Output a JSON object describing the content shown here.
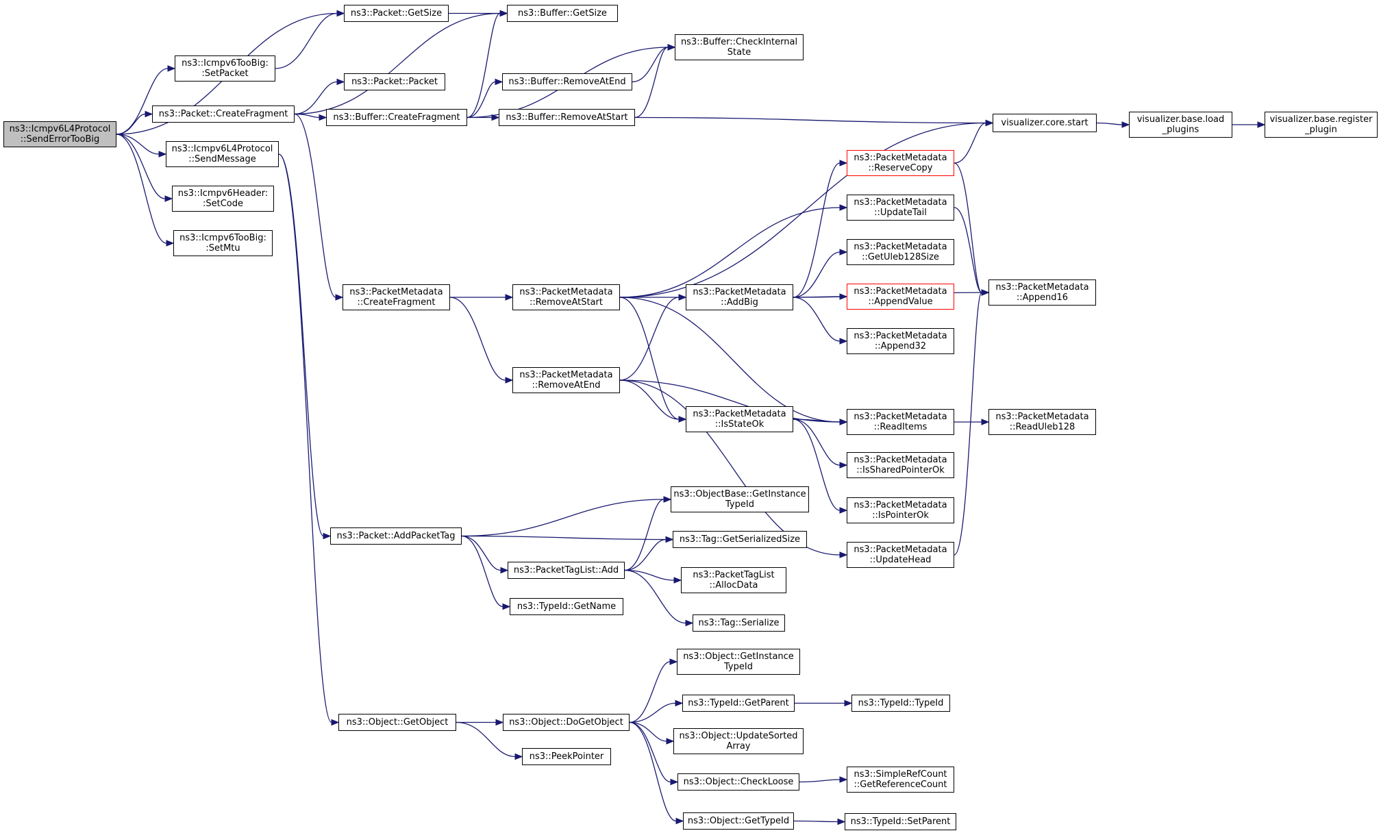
{
  "diagram": {
    "nodes": [
      {
        "id": "send_error_too_big",
        "lines": [
          "ns3::Icmpv6L4Protocol",
          "::SendErrorTooBig"
        ],
        "style": "root"
      },
      {
        "id": "packet_get_size",
        "lines": [
          "ns3::Packet::GetSize"
        ],
        "style": "normal"
      },
      {
        "id": "buffer_get_size",
        "lines": [
          "ns3::Buffer::GetSize"
        ],
        "style": "normal"
      },
      {
        "id": "too_big_set_packet",
        "lines": [
          "ns3::Icmpv6TooBig:",
          ":SetPacket"
        ],
        "style": "normal"
      },
      {
        "id": "buffer_check_internal_state",
        "lines": [
          "ns3::Buffer::CheckInternal",
          "State"
        ],
        "style": "normal"
      },
      {
        "id": "packet_packet",
        "lines": [
          "ns3::Packet::Packet"
        ],
        "style": "normal"
      },
      {
        "id": "buffer_remove_at_end",
        "lines": [
          "ns3::Buffer::RemoveAtEnd"
        ],
        "style": "normal"
      },
      {
        "id": "packet_create_fragment",
        "lines": [
          "ns3::Packet::CreateFragment"
        ],
        "style": "normal"
      },
      {
        "id": "buffer_create_fragment",
        "lines": [
          "ns3::Buffer::CreateFragment"
        ],
        "style": "normal"
      },
      {
        "id": "buffer_remove_at_start",
        "lines": [
          "ns3::Buffer::RemoveAtStart"
        ],
        "style": "normal"
      },
      {
        "id": "viz_core_start",
        "lines": [
          "visualizer.core.start"
        ],
        "style": "normal"
      },
      {
        "id": "viz_load_plugins",
        "lines": [
          "visualizer.base.load",
          "_plugins"
        ],
        "style": "normal"
      },
      {
        "id": "viz_register_plugin",
        "lines": [
          "visualizer.base.register",
          "_plugin"
        ],
        "style": "normal"
      },
      {
        "id": "send_message",
        "lines": [
          "ns3::Icmpv6L4Protocol",
          "::SendMessage"
        ],
        "style": "normal"
      },
      {
        "id": "header_set_code",
        "lines": [
          "ns3::Icmpv6Header:",
          ":SetCode"
        ],
        "style": "normal"
      },
      {
        "id": "too_big_set_mtu",
        "lines": [
          "ns3::Icmpv6TooBig:",
          ":SetMtu"
        ],
        "style": "normal"
      },
      {
        "id": "pm_reserve_copy",
        "lines": [
          "ns3::PacketMetadata",
          "::ReserveCopy"
        ],
        "style": "red"
      },
      {
        "id": "pm_update_tail",
        "lines": [
          "ns3::PacketMetadata",
          "::UpdateTail"
        ],
        "style": "normal"
      },
      {
        "id": "pm_get_uleb128_size",
        "lines": [
          "ns3::PacketMetadata",
          "::GetUleb128Size"
        ],
        "style": "normal"
      },
      {
        "id": "pm_create_fragment",
        "lines": [
          "ns3::PacketMetadata",
          "::CreateFragment"
        ],
        "style": "normal"
      },
      {
        "id": "pm_remove_at_start",
        "lines": [
          "ns3::PacketMetadata",
          "::RemoveAtStart"
        ],
        "style": "normal"
      },
      {
        "id": "pm_add_big",
        "lines": [
          "ns3::PacketMetadata",
          "::AddBig"
        ],
        "style": "normal"
      },
      {
        "id": "pm_append_value",
        "lines": [
          "ns3::PacketMetadata",
          "::AppendValue"
        ],
        "style": "red"
      },
      {
        "id": "pm_append16",
        "lines": [
          "ns3::PacketMetadata",
          "::Append16"
        ],
        "style": "normal"
      },
      {
        "id": "pm_append32",
        "lines": [
          "ns3::PacketMetadata",
          "::Append32"
        ],
        "style": "normal"
      },
      {
        "id": "pm_remove_at_end",
        "lines": [
          "ns3::PacketMetadata",
          "::RemoveAtEnd"
        ],
        "style": "normal"
      },
      {
        "id": "pm_is_state_ok",
        "lines": [
          "ns3::PacketMetadata",
          "::IsStateOk"
        ],
        "style": "normal"
      },
      {
        "id": "pm_read_items",
        "lines": [
          "ns3::PacketMetadata",
          "::ReadItems"
        ],
        "style": "normal"
      },
      {
        "id": "pm_read_uleb128",
        "lines": [
          "ns3::PacketMetadata",
          "::ReadUleb128"
        ],
        "style": "normal"
      },
      {
        "id": "pm_is_shared_pointer_ok",
        "lines": [
          "ns3::PacketMetadata",
          "::IsSharedPointerOk"
        ],
        "style": "normal"
      },
      {
        "id": "pm_is_pointer_ok",
        "lines": [
          "ns3::PacketMetadata",
          "::IsPointerOk"
        ],
        "style": "normal"
      },
      {
        "id": "object_base_get_instance_type_id",
        "lines": [
          "ns3::ObjectBase::GetInstance",
          "TypeId"
        ],
        "style": "normal"
      },
      {
        "id": "packet_add_packet_tag",
        "lines": [
          "ns3::Packet::AddPacketTag"
        ],
        "style": "normal"
      },
      {
        "id": "tag_get_serialized_size",
        "lines": [
          "ns3::Tag::GetSerializedSize"
        ],
        "style": "normal"
      },
      {
        "id": "pm_update_head",
        "lines": [
          "ns3::PacketMetadata",
          "::UpdateHead"
        ],
        "style": "normal"
      },
      {
        "id": "packet_tag_list_add",
        "lines": [
          "ns3::PacketTagList::Add"
        ],
        "style": "normal"
      },
      {
        "id": "packet_tag_list_alloc_data",
        "lines": [
          "ns3::PacketTagList",
          "::AllocData"
        ],
        "style": "normal"
      },
      {
        "id": "type_id_get_name",
        "lines": [
          "ns3::TypeId::GetName"
        ],
        "style": "normal"
      },
      {
        "id": "tag_serialize",
        "lines": [
          "ns3::Tag::Serialize"
        ],
        "style": "normal"
      },
      {
        "id": "object_get_instance_type_id",
        "lines": [
          "ns3::Object::GetInstance",
          "TypeId"
        ],
        "style": "normal"
      },
      {
        "id": "type_id_get_parent",
        "lines": [
          "ns3::TypeId::GetParent"
        ],
        "style": "normal"
      },
      {
        "id": "type_id_type_id",
        "lines": [
          "ns3::TypeId::TypeId"
        ],
        "style": "normal"
      },
      {
        "id": "object_get_object",
        "lines": [
          "ns3::Object::GetObject"
        ],
        "style": "normal"
      },
      {
        "id": "object_do_get_object",
        "lines": [
          "ns3::Object::DoGetObject"
        ],
        "style": "normal"
      },
      {
        "id": "object_update_sorted_array",
        "lines": [
          "ns3::Object::UpdateSorted",
          "Array"
        ],
        "style": "normal"
      },
      {
        "id": "peek_pointer",
        "lines": [
          "ns3::PeekPointer"
        ],
        "style": "normal"
      },
      {
        "id": "object_check_loose",
        "lines": [
          "ns3::Object::CheckLoose"
        ],
        "style": "normal"
      },
      {
        "id": "simple_ref_count_get_reference_count",
        "lines": [
          "ns3::SimpleRefCount",
          "::GetReferenceCount"
        ],
        "style": "normal"
      },
      {
        "id": "object_get_type_id",
        "lines": [
          "ns3::Object::GetTypeId"
        ],
        "style": "normal"
      },
      {
        "id": "type_id_set_parent",
        "lines": [
          "ns3::TypeId::SetParent"
        ],
        "style": "normal"
      }
    ],
    "edges": [
      [
        "send_error_too_big",
        "packet_get_size"
      ],
      [
        "send_error_too_big",
        "too_big_set_packet"
      ],
      [
        "send_error_too_big",
        "packet_create_fragment"
      ],
      [
        "send_error_too_big",
        "send_message"
      ],
      [
        "send_error_too_big",
        "header_set_code"
      ],
      [
        "send_error_too_big",
        "too_big_set_mtu"
      ],
      [
        "packet_get_size",
        "buffer_get_size"
      ],
      [
        "too_big_set_packet",
        "packet_get_size"
      ],
      [
        "packet_create_fragment",
        "buffer_get_size"
      ],
      [
        "packet_create_fragment",
        "packet_packet"
      ],
      [
        "packet_create_fragment",
        "buffer_create_fragment"
      ],
      [
        "packet_create_fragment",
        "pm_create_fragment"
      ],
      [
        "buffer_create_fragment",
        "buffer_get_size"
      ],
      [
        "buffer_create_fragment",
        "buffer_check_internal_state"
      ],
      [
        "buffer_create_fragment",
        "buffer_remove_at_end"
      ],
      [
        "buffer_create_fragment",
        "buffer_remove_at_start"
      ],
      [
        "buffer_remove_at_end",
        "buffer_check_internal_state"
      ],
      [
        "buffer_remove_at_start",
        "buffer_check_internal_state"
      ],
      [
        "buffer_remove_at_start",
        "viz_core_start"
      ],
      [
        "viz_core_start",
        "viz_load_plugins"
      ],
      [
        "viz_load_plugins",
        "viz_register_plugin"
      ],
      [
        "send_message",
        "packet_add_packet_tag"
      ],
      [
        "send_message",
        "object_get_object"
      ],
      [
        "pm_create_fragment",
        "pm_remove_at_start"
      ],
      [
        "pm_create_fragment",
        "pm_remove_at_end"
      ],
      [
        "pm_remove_at_start",
        "viz_core_start"
      ],
      [
        "pm_remove_at_start",
        "pm_update_tail"
      ],
      [
        "pm_remove_at_start",
        "pm_add_big"
      ],
      [
        "pm_remove_at_start",
        "pm_is_state_ok"
      ],
      [
        "pm_remove_at_start",
        "pm_read_items"
      ],
      [
        "pm_remove_at_end",
        "pm_add_big"
      ],
      [
        "pm_remove_at_end",
        "pm_is_state_ok"
      ],
      [
        "pm_remove_at_end",
        "pm_read_items"
      ],
      [
        "pm_remove_at_end",
        "pm_update_head"
      ],
      [
        "pm_add_big",
        "pm_reserve_copy"
      ],
      [
        "pm_add_big",
        "pm_get_uleb128_size"
      ],
      [
        "pm_add_big",
        "pm_append_value"
      ],
      [
        "pm_add_big",
        "pm_append32"
      ],
      [
        "pm_add_big",
        "pm_append16"
      ],
      [
        "pm_reserve_copy",
        "viz_core_start"
      ],
      [
        "pm_reserve_copy",
        "pm_append16"
      ],
      [
        "pm_update_tail",
        "pm_append16"
      ],
      [
        "pm_update_head",
        "pm_append16"
      ],
      [
        "pm_is_state_ok",
        "pm_read_items"
      ],
      [
        "pm_is_state_ok",
        "pm_is_shared_pointer_ok"
      ],
      [
        "pm_is_state_ok",
        "pm_is_pointer_ok"
      ],
      [
        "pm_read_items",
        "pm_read_uleb128"
      ],
      [
        "packet_add_packet_tag",
        "object_base_get_instance_type_id"
      ],
      [
        "packet_add_packet_tag",
        "tag_get_serialized_size"
      ],
      [
        "packet_add_packet_tag",
        "packet_tag_list_add"
      ],
      [
        "packet_add_packet_tag",
        "type_id_get_name"
      ],
      [
        "packet_tag_list_add",
        "object_base_get_instance_type_id"
      ],
      [
        "packet_tag_list_add",
        "tag_get_serialized_size"
      ],
      [
        "packet_tag_list_add",
        "packet_tag_list_alloc_data"
      ],
      [
        "packet_tag_list_add",
        "tag_serialize"
      ],
      [
        "object_get_object",
        "object_do_get_object"
      ],
      [
        "object_get_object",
        "peek_pointer"
      ],
      [
        "object_do_get_object",
        "object_get_instance_type_id"
      ],
      [
        "object_do_get_object",
        "type_id_get_parent"
      ],
      [
        "object_do_get_object",
        "object_update_sorted_array"
      ],
      [
        "object_do_get_object",
        "object_check_loose"
      ],
      [
        "object_do_get_object",
        "object_get_type_id"
      ],
      [
        "type_id_get_parent",
        "type_id_type_id"
      ],
      [
        "object_check_loose",
        "simple_ref_count_get_reference_count"
      ],
      [
        "object_get_type_id",
        "type_id_set_parent"
      ]
    ]
  }
}
